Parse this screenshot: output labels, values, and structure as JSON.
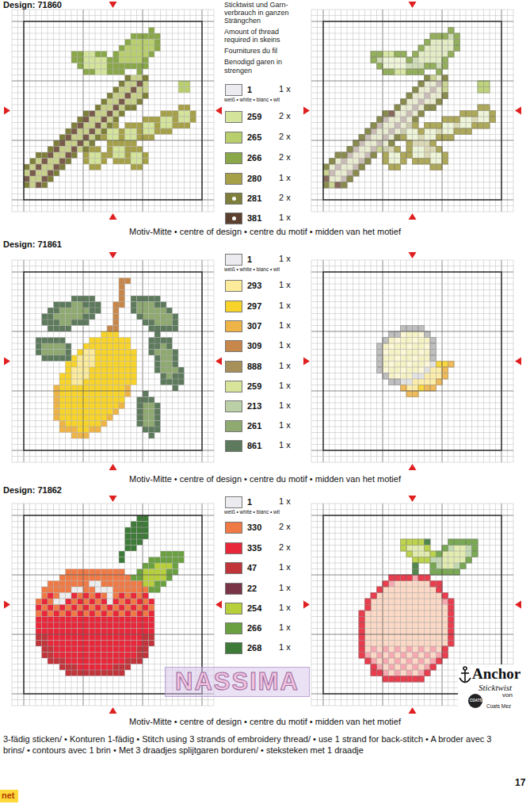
{
  "diagram": {
    "labels": [
      "Design: 71860",
      "Sticktwist und Garn- verbrauch in ganzen Strängchen",
      "Amount of thread required in skeins",
      "Fournitures du fil",
      "Benodigd garen in strengen",
      "1 x",
      "weiß • white • blanc • wit",
      "2 x",
      "2 x",
      "2 x",
      "1 x",
      "2 x",
      "1 x",
      "Motiv-Mitte • centre of design • centre du motif • midden van het motief",
      "Design: 71861",
      "1 x",
      "weiß • white • blanc • wit",
      "1 x",
      "1 x",
      "1 x",
      "1 x",
      "1 x",
      "1 x",
      "1 x",
      "1 x",
      "1 x",
      "Motiv-Mitte • centre of design • centre du motif • midden van het motief",
      "Design: 71862",
      "1 x",
      "weiß • white • blanc • wit",
      "2 x",
      "2 x",
      "1 x",
      "1 x",
      "1 x",
      "1 x",
      "1 x",
      "Motiv-Mitte • centre of design • centre du motif • midden van het motief",
      "NASSIMA",
      "Anchor",
      "Sticktwist",
      "von",
      "COATS",
      "Coats Mez",
      "3-fädig sticken/ • Konturen 1-fädig • Stitch using 3 strands of embroidery thread/ • use 1 strand for back-stitch • A broder avec 3 brins/ • contours avec 1 brin • Met 3 draadjes splijtgaren borduren/ • steksteken met 1 draadje",
      "17",
      "net"
    ],
    "legend": [
      {
        "text": "1",
        "color": "#ececf0"
      },
      {
        "text": "259",
        "color": "#d4e49a"
      },
      {
        "text": "265",
        "color": "#b9cf6e"
      },
      {
        "text": "266",
        "color": "#8aa74a"
      },
      {
        "text": "280",
        "color": "#a6a048"
      },
      {
        "text": "281",
        "color": "#7d7f3a"
      },
      {
        "text": "381",
        "color": "#5b4030"
      },
      {
        "text": "1",
        "color": "#ececf0"
      },
      {
        "text": "293",
        "color": "#fbeb9a"
      },
      {
        "text": "297",
        "color": "#f8d42a"
      },
      {
        "text": "307",
        "color": "#eeb448"
      },
      {
        "text": "309",
        "color": "#c8874a"
      },
      {
        "text": "888",
        "color": "#a8905a"
      },
      {
        "text": "259",
        "color": "#d8e49a"
      },
      {
        "text": "213",
        "color": "#bcd0a8"
      },
      {
        "text": "261",
        "color": "#8faa70"
      },
      {
        "text": "861",
        "color": "#5d7a5c"
      },
      {
        "text": "1",
        "color": "#ececf0"
      },
      {
        "text": "330",
        "color": "#f07a45"
      },
      {
        "text": "335",
        "color": "#e8283a"
      },
      {
        "text": "47",
        "color": "#c0343a"
      },
      {
        "text": "22",
        "color": "#7a3448"
      },
      {
        "text": "254",
        "color": "#b6cf3a"
      },
      {
        "text": "266",
        "color": "#6aa040"
      },
      {
        "text": "268",
        "color": "#3e7a38"
      }
    ]
  }
}
